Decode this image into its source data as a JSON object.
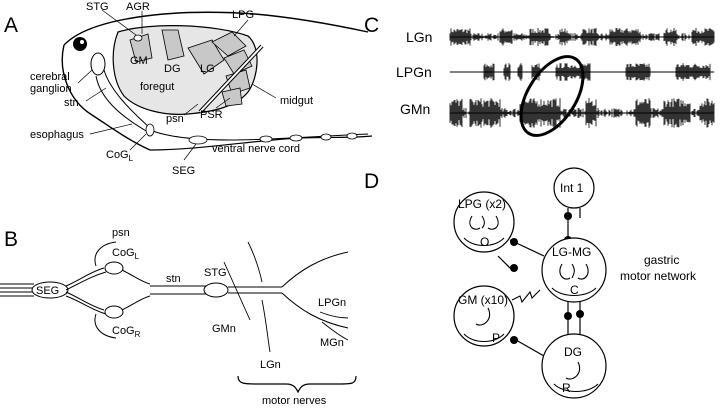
{
  "panels": {
    "a": "A",
    "b": "B",
    "c": "C",
    "d": "D"
  },
  "panel_a": {
    "labels": {
      "stg": "STG",
      "agr": "AGR",
      "lpg": "LPG",
      "gm": "GM",
      "dg": "DG",
      "lg": "LG",
      "foregut": "foregut",
      "cerebral_ganglion_1": "cerebral",
      "cerebral_ganglion_2": "ganglion",
      "stn": "stn",
      "psn": "psn",
      "psr": "PSR",
      "midgut": "midgut",
      "esophagus": "esophagus",
      "cog": "CoG",
      "cog_sub": "L",
      "ventral_nerve_cord": "ventral nerve cord",
      "seg": "SEG"
    }
  },
  "panel_b": {
    "labels": {
      "psn": "psn",
      "cogl": "CoG",
      "cogl_sub": "L",
      "seg": "SEG",
      "stn": "stn",
      "stg": "STG",
      "cogr": "CoG",
      "cogr_sub": "R",
      "gmn": "GMn",
      "lgn": "LGn",
      "lpgn": "LPGn",
      "mgn": "MGn",
      "motor_nerves": "motor nerves"
    }
  },
  "panel_c": {
    "traces": [
      "LGn",
      "LPGn",
      "GMn"
    ]
  },
  "panel_d": {
    "nodes": {
      "int1": "Int 1",
      "lpg": "LPG (x2)",
      "lgmg": "LG-MG",
      "gm": "GM (x10)",
      "dg": "DG"
    },
    "node_letters": {
      "lpg": "O",
      "lgmg": "C",
      "gm": "P",
      "dg": "R"
    },
    "network_label_1": "gastric",
    "network_label_2": "motor network"
  },
  "colors": {
    "ink": "#000000",
    "ganglion_fill": "#c8c8c8",
    "foregut_fill": "#e6e6e6",
    "paper": "#ffffff"
  }
}
